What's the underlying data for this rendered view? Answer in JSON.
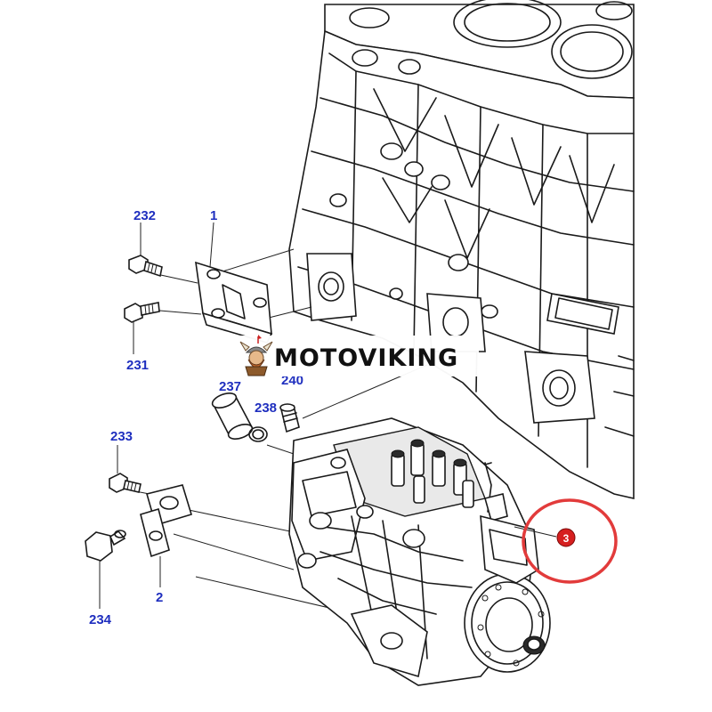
{
  "brand": {
    "name": "MOTOVIKING"
  },
  "callout": {
    "number": "3"
  },
  "colors": {
    "part_number": "#1f2fbf",
    "callout_ring": "#e23b3b",
    "callout_dot": "#d61f1f",
    "line": "#1a1a1a",
    "watermark_bg": "#ffffff"
  },
  "part_numbers": {
    "p232": "232",
    "p1": "1",
    "p231": "231",
    "p237": "237",
    "p238": "238",
    "p240": "240",
    "p233": "233",
    "p2": "2",
    "p234": "234"
  }
}
